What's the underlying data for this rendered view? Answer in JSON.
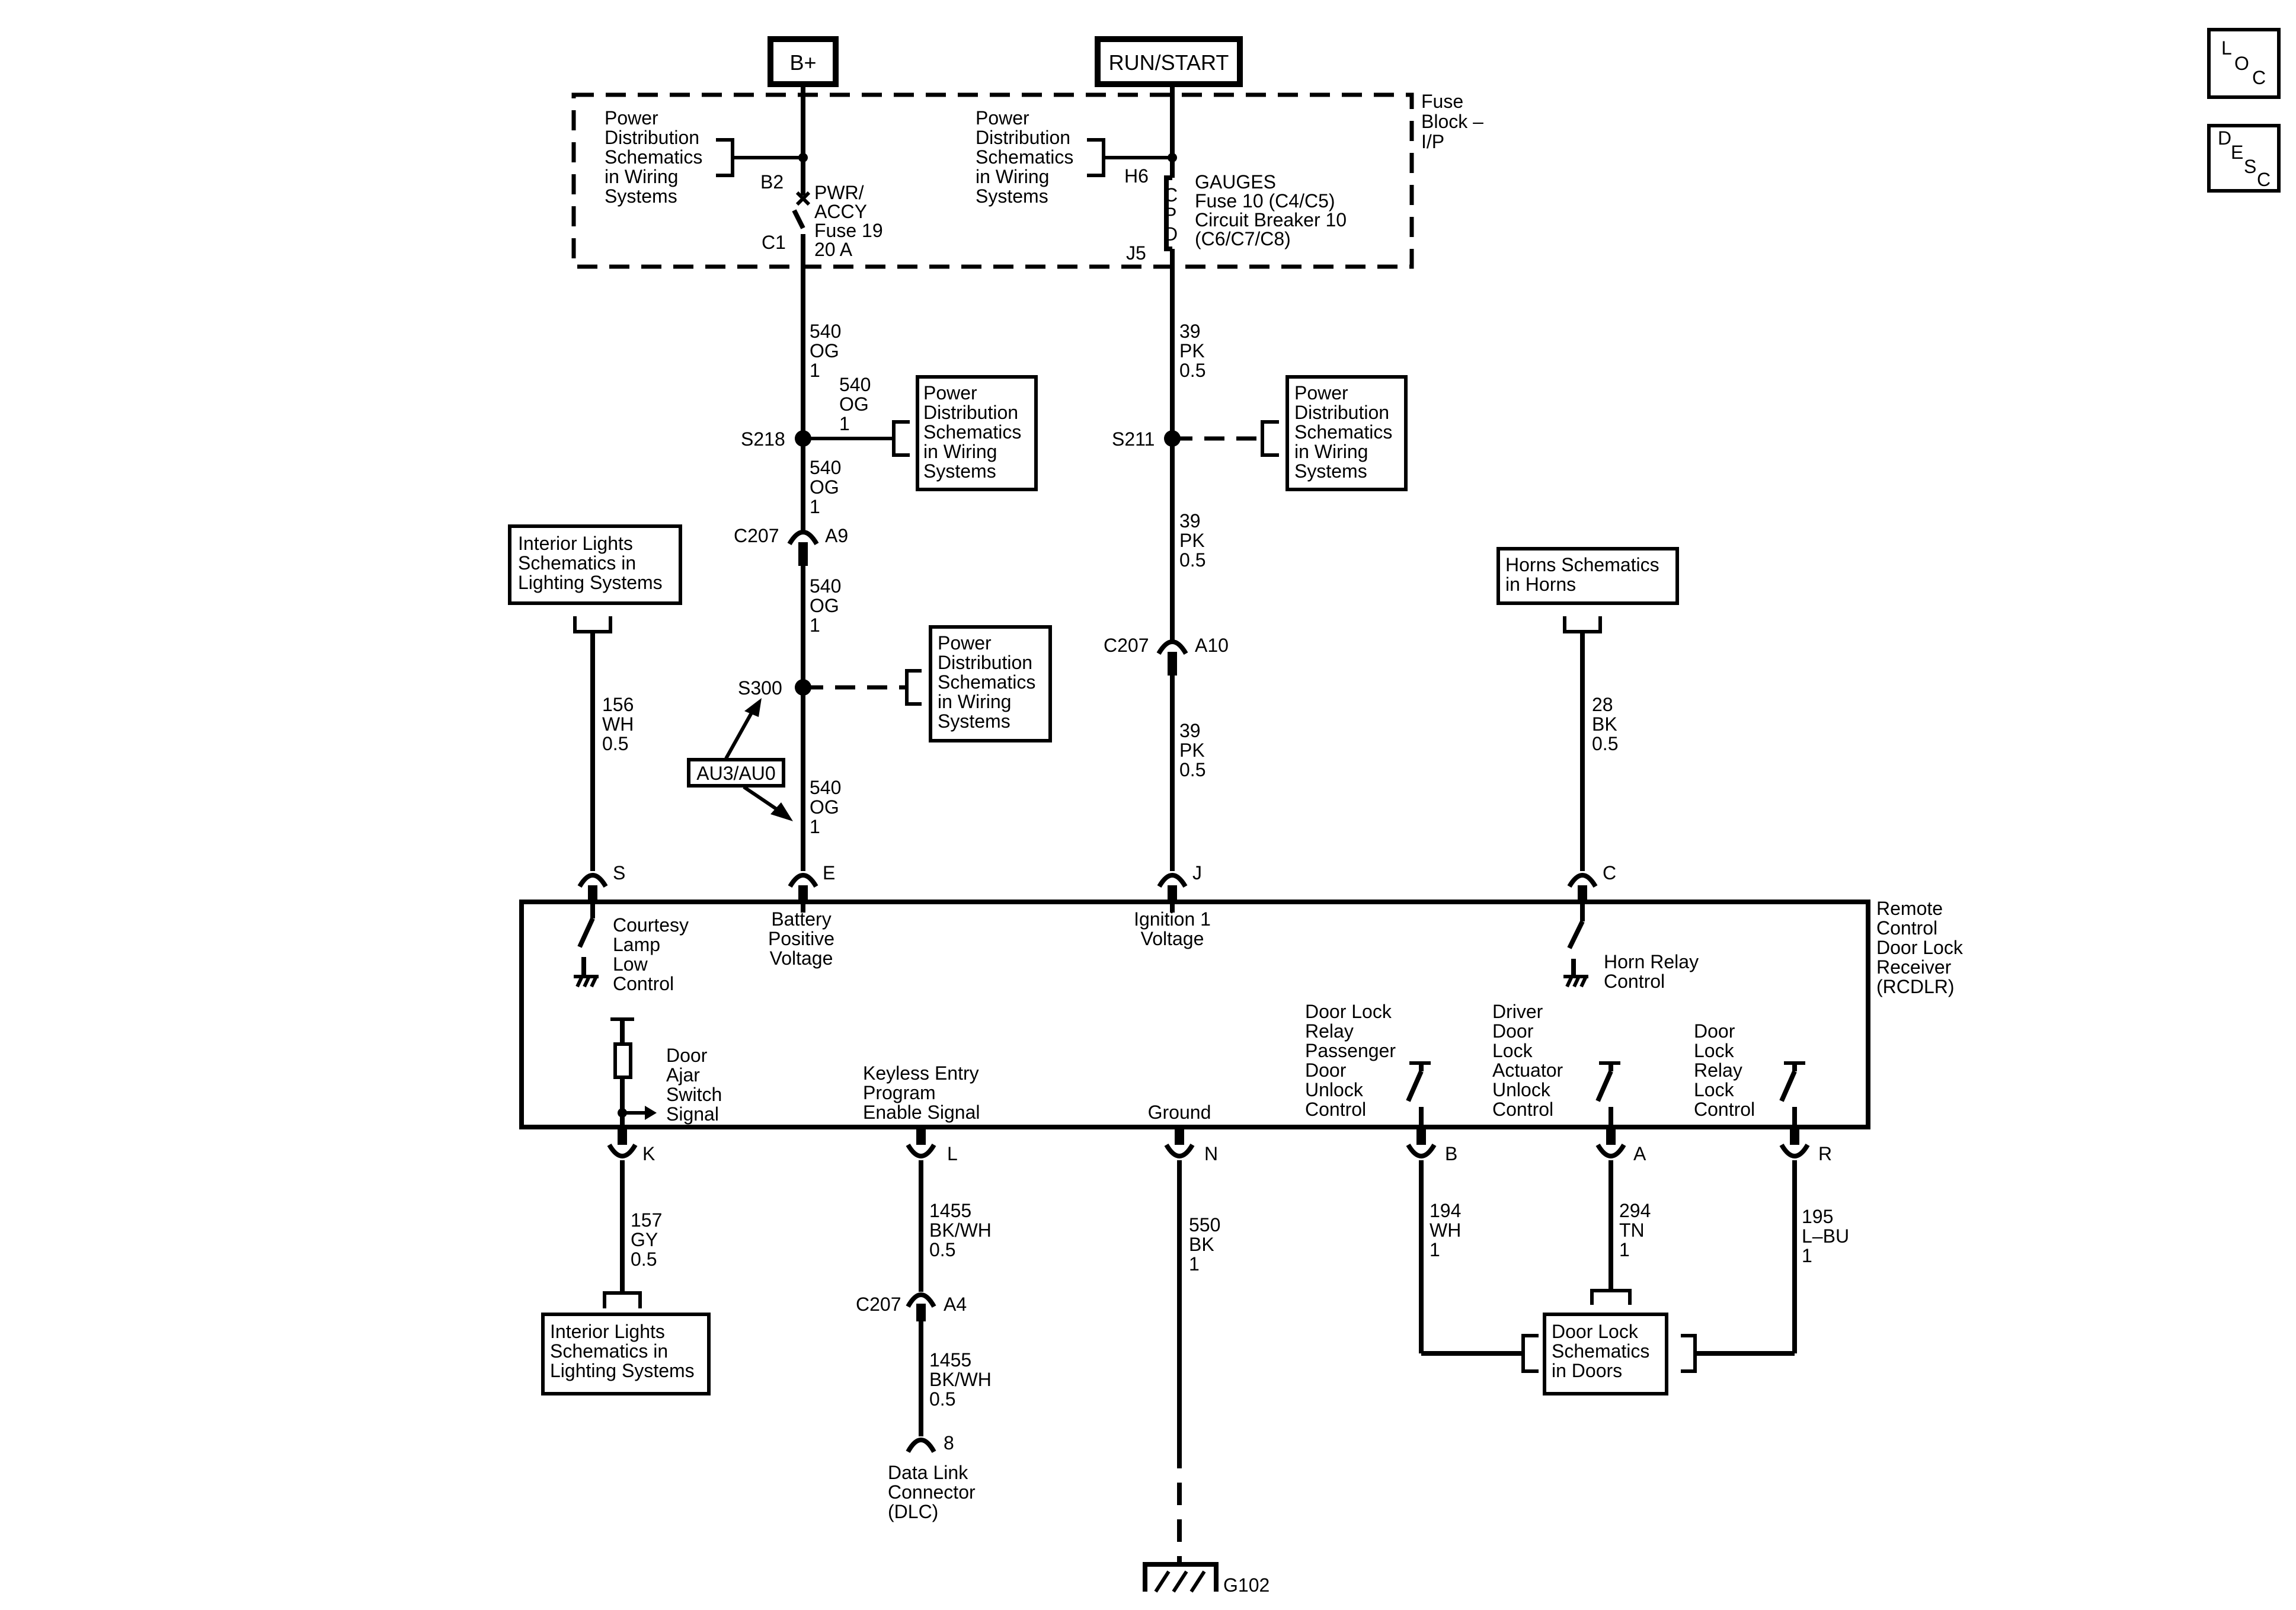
{
  "corner_boxes": [
    {
      "letters": [
        "L",
        "O",
        "C"
      ]
    },
    {
      "letters": [
        "D",
        "E",
        "S",
        "C"
      ]
    }
  ],
  "power_sources": {
    "b_plus": "B+",
    "run_start": "RUN/START"
  },
  "fuse_block": {
    "label": [
      "Fuse",
      "Block –",
      "I/P"
    ],
    "pd_ref": [
      "Power",
      "Distribution",
      "Schematics",
      "in Wiring",
      "Systems"
    ],
    "fuse19": {
      "top_pin": "B2",
      "bottom_pin": "C1",
      "label": [
        "PWR/",
        "ACCY",
        "Fuse 19",
        "20 A"
      ]
    },
    "gauges": {
      "top_pin": "H6",
      "bottom_pin": "J5",
      "cpd": [
        "C",
        "P",
        "D"
      ],
      "label": [
        "GAUGES",
        "Fuse 10 (C4/C5)",
        "Circuit Breaker 10",
        "(C6/C7/C8)"
      ]
    }
  },
  "circuits": {
    "og_540": [
      "540",
      "OG",
      "1"
    ],
    "pk_39": [
      "39",
      "PK",
      "0.5"
    ],
    "wh_156": [
      "156",
      "WH",
      "0.5"
    ],
    "bk_28": [
      "28",
      "BK",
      "0.5"
    ],
    "gy_157": [
      "157",
      "GY",
      "0.5"
    ],
    "bkwh_1455": [
      "1455",
      "BK/WH",
      "0.5"
    ],
    "bk_550": [
      "550",
      "BK",
      "1"
    ],
    "wh_194": [
      "194",
      "WH",
      "1"
    ],
    "tn_294": [
      "294",
      "TN",
      "1"
    ],
    "lbu_195": [
      "195",
      "L–BU",
      "1"
    ]
  },
  "splices": {
    "s218": "S218",
    "s211": "S211",
    "s300": "S300"
  },
  "option_tag": "AU3/AU0",
  "connectors": {
    "c207": "C207",
    "a9": "A9",
    "a10": "A10",
    "a4": "A4",
    "pin_s": "S",
    "pin_e": "E",
    "pin_j": "J",
    "pin_c": "C",
    "pin_k": "K",
    "pin_l": "L",
    "pin_n": "N",
    "pin_b": "B",
    "pin_a": "A",
    "pin_r": "R",
    "dlc_pin": "8"
  },
  "ref_boxes": {
    "interior_lights": [
      "Interior Lights",
      "Schematics in",
      "Lighting Systems"
    ],
    "horns": [
      "Horns Schematics",
      "in Horns"
    ],
    "door_lock": [
      "Door Lock",
      "Schematics",
      "in Doors"
    ]
  },
  "rcdlr": {
    "label": [
      "Remote",
      "Control",
      "Door Lock",
      "Receiver",
      "(RCDLR)"
    ],
    "courtesy": [
      "Courtesy",
      "Lamp",
      "Low",
      "Control"
    ],
    "battery": [
      "Battery",
      "Positive",
      "Voltage"
    ],
    "ignition": [
      "Ignition 1",
      "Voltage"
    ],
    "horn_relay": [
      "Horn Relay",
      "Control"
    ],
    "door_ajar": [
      "Door",
      "Ajar",
      "Switch",
      "Signal"
    ],
    "keyless": [
      "Keyless Entry",
      "Program",
      "Enable Signal"
    ],
    "ground": [
      "Ground"
    ],
    "pass_unlock": [
      "Door Lock",
      "Relay",
      "Passenger",
      "Door",
      "Unlock",
      "Control"
    ],
    "driver_unlock": [
      "Driver",
      "Door",
      "Lock",
      "Actuator",
      "Unlock",
      "Control"
    ],
    "lock_control": [
      "Door",
      "Lock",
      "Relay",
      "Lock",
      "Control"
    ]
  },
  "dlc_label": [
    "Data Link",
    "Connector",
    "(DLC)"
  ],
  "ground_label": "G102"
}
